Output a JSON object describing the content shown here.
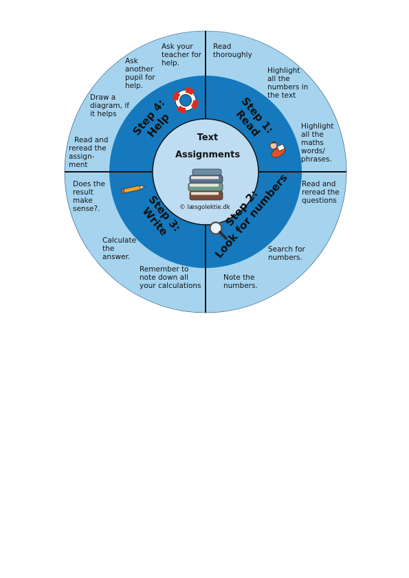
{
  "center": {
    "title_line1": "Text",
    "title_line2": "Assignments",
    "copyright": "© læsgolektie.dk"
  },
  "colors": {
    "outer_ring": "#a6d4ef",
    "middle_ring": "#1679bd",
    "inner_circle": "#bedcf2",
    "divider": "#111111"
  },
  "steps": [
    {
      "id": "step1",
      "line1": "Step 1:",
      "line2": "Read",
      "icon": "reading-child-icon"
    },
    {
      "id": "step2",
      "line1": "Step 2:",
      "line2": "Look for numbers",
      "icon": "magnifying-glass-icon"
    },
    {
      "id": "step3",
      "line1": "Step 3:",
      "line2": "Write",
      "icon": "pencil-icon"
    },
    {
      "id": "step4",
      "line1": "Step 4:",
      "line2": "Help",
      "icon": "lifebuoy-icon"
    }
  ],
  "tips": {
    "read_thoroughly": [
      "Read",
      "thoroughly"
    ],
    "highlight_numbers": [
      "Highlight",
      "all the",
      "numbers in",
      "the text"
    ],
    "highlight_maths_words": [
      "Highlight",
      "all the",
      "maths",
      "words/",
      "phrases."
    ],
    "read_reread_questions": [
      "Read and",
      "reread the",
      "questions"
    ],
    "search_numbers": [
      "Search for",
      "numbers."
    ],
    "note_numbers": [
      "Note the",
      "numbers."
    ],
    "remember_calculations": [
      "Remember to",
      "note down all",
      "your calculations"
    ],
    "calculate_answer": [
      "Calculate",
      "the",
      "answer."
    ],
    "result_sense": [
      "Does the",
      "result",
      "make",
      "sense?."
    ],
    "read_reread_assignment": [
      "Read and",
      "reread the",
      "assign-",
      "ment"
    ],
    "draw_diagram": [
      "Draw a",
      "diagram, if",
      "it helps"
    ],
    "ask_pupil": [
      "Ask",
      "another",
      "pupil for",
      "help."
    ],
    "ask_teacher": [
      "Ask your",
      "teacher for",
      "help."
    ]
  }
}
